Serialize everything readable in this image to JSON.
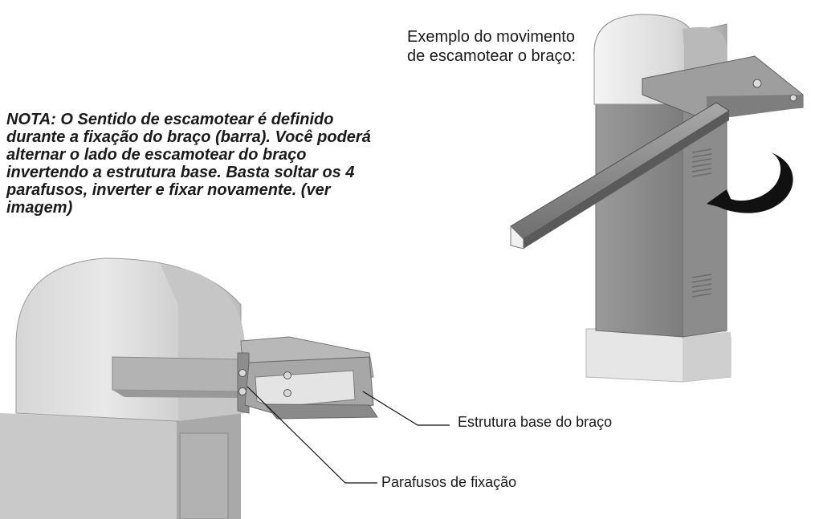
{
  "note": {
    "lines": [
      "NOTA: O Sentido de escamotear é definido",
      "durante a fixação do braço (barra). Você poderá",
      "alternar o lado de escamotear do braço",
      "invertendo a estrutura base. Basta soltar os 4",
      "parafusos, inverter e fixar novamente. (ver",
      "imagem)"
    ]
  },
  "example": {
    "lines": [
      "Exemplo do movimento",
      "de escamotear o braço:"
    ]
  },
  "labels": {
    "base_structure": "Estrutura base do braço",
    "fixing_screws": "Parafusos de fixação"
  }
}
